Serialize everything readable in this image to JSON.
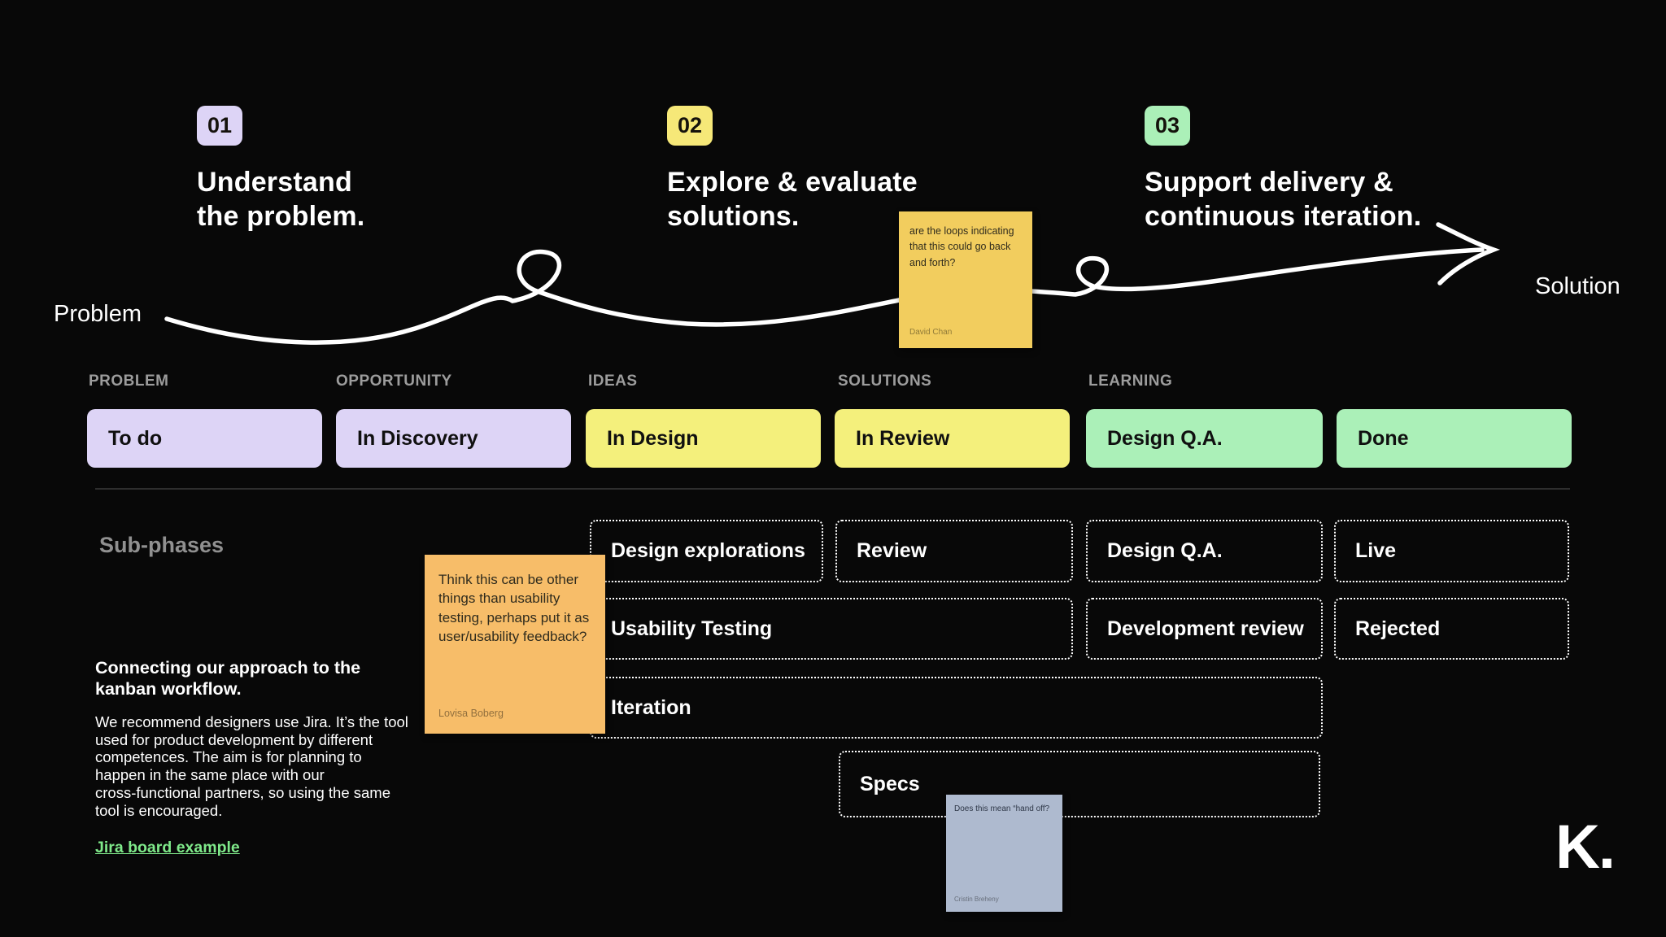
{
  "phases": [
    {
      "number": "01",
      "title_line1": "Understand",
      "title_line2": "the problem.",
      "badge_color": "#ddd4f6"
    },
    {
      "number": "02",
      "title_line1": "Explore & evaluate",
      "title_line2": "solutions.",
      "badge_color": "#f6e878"
    },
    {
      "number": "03",
      "title_line1": "Support delivery &",
      "title_line2": "continuous iteration.",
      "badge_color": "#abf0b8"
    }
  ],
  "flow": {
    "start_label": "Problem",
    "end_label": "Solution"
  },
  "columns": [
    "PROBLEM",
    "OPPORTUNITY",
    "IDEAS",
    "SOLUTIONS",
    "LEARNING"
  ],
  "kanban": {
    "pills": [
      {
        "label": "To do",
        "color": "#ddd4f6"
      },
      {
        "label": "In Discovery",
        "color": "#ddd4f6"
      },
      {
        "label": "In Design",
        "color": "#f4f07c"
      },
      {
        "label": "In Review",
        "color": "#f4f07c"
      },
      {
        "label": "Design Q.A.",
        "color": "#abf0b8"
      },
      {
        "label": "Done",
        "color": "#abf0b8"
      }
    ]
  },
  "subphases": {
    "section_label": "Sub-phases",
    "boxes": [
      "Design explorations",
      "Review",
      "Design Q.A.",
      "Live",
      "Usability Testing",
      "Development review",
      "Rejected",
      "Iteration",
      "Specs"
    ]
  },
  "notes": [
    {
      "text": "are the loops indicating that this could go back and forth?",
      "author": "David Chan",
      "color": "#f2cd5e"
    },
    {
      "text": "Think this can be other things than usability testing, perhaps put it as user/usability feedback?",
      "author": "Lovisa Boberg",
      "color": "#f7bd69"
    },
    {
      "text": "Does this mean “hand off?",
      "author": "Cristin Breheny",
      "color": "#aebacf"
    }
  ],
  "text_block": {
    "heading": "Connecting our approach to the kanban workflow.",
    "body_lines": [
      "We recommend designers use Jira. It’s the tool",
      "used for product development by different",
      "competences. The aim is for planning to",
      "happen in the same place with our",
      "cross-functional partners, so using the same",
      "tool is encouraged."
    ],
    "link_label": "Jira board example",
    "link_color": "#7fe98a"
  },
  "logo_text": "K.",
  "colors": {
    "background": "#080808",
    "divider": "#2e2e2e",
    "header_gray": "#9c9c9c",
    "arrow_white": "#ffffff"
  }
}
